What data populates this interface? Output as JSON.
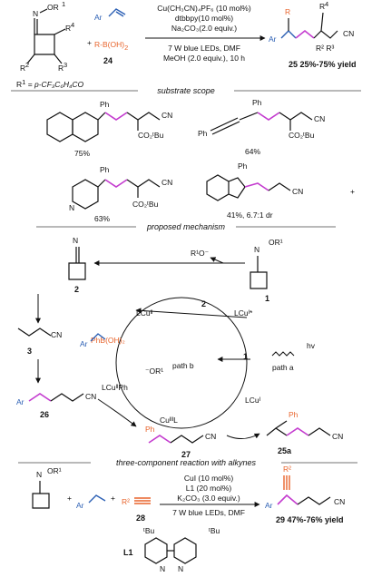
{
  "colors": {
    "ink": "#111111",
    "orange": "#e8642c",
    "blue": "#2b5fb4",
    "purple": "#c43ccf"
  },
  "section1": {
    "reactant_or1": "OR",
    "sup1": "1",
    "r4": "R",
    "sup4": "4",
    "r2": "R",
    "sup2": "2",
    "r3": "R",
    "sup3": "3",
    "r1_def": "R",
    "r1_def_sup": "1",
    "r1_def_rest": " = p-CF₃C₆H₄CO",
    "plus": "+",
    "boronic": "R-B(OH)",
    "boronic_sub": "2",
    "cmpd24": "24",
    "cond1": "Cu(CH₃CN)₄PF₆ (10 mol%)",
    "cond2": "dtbbpy(10 mol%)",
    "cond3": "Na₂CO₃(2.0 equiv.)",
    "cond4": "7 W blue LEDs, DMF",
    "cond5": "MeOH (2.0 equiv.), 10 h",
    "prod_r": "R",
    "prod_r4": "R",
    "prod_ar": "Ar",
    "prod_cn": "CN",
    "prod_r2r3": "R² R³",
    "yield25": "25 25%-75% yield"
  },
  "substrate_scope": {
    "title": "substrate scope",
    "ex1_ph": "Ph",
    "ex1_cn": "CN",
    "ex1_ester": "CO₂ᵗBu",
    "ex1_yield": "75%",
    "ex2_ph": "Ph",
    "ex2_ph2": "Ph",
    "ex2_cn": "CN",
    "ex2_ester": "CO₂ᵗBu",
    "ex2_yield": "64%",
    "ex3_ph": "Ph",
    "ex3_n": "N",
    "ex3_cn": "CN",
    "ex3_ester": "CO₂ᵗBu",
    "ex3_yield": "63%",
    "ex4_ph": "Ph",
    "ex4_cn": "CN",
    "ex4_yield": "41%, 6.7:1 dr",
    "stray_plus": "+"
  },
  "mechanism": {
    "title": "proposed mechanism",
    "r1o": "R¹O⁻",
    "n_rad": "N",
    "cmpd2": "2",
    "cmpd2b": "2",
    "oxime_or1": "OR¹",
    "oxime_n": "N",
    "cmpd1": "1",
    "cmpd1b": "1",
    "lcu2": "LCuᴵᴵ",
    "lcu1star": "LCuᴵ*",
    "phb": "PhB(OH)₂",
    "cmpd3": "3",
    "cn3": "CN",
    "or1minus": "⁻OR¹",
    "path_b": "path b",
    "path_a": "path a",
    "hv": "hv",
    "lcu2ph": "LCuᴵᴵPh",
    "lcu1": "LCuᴵ",
    "ar26": "Ar",
    "ar26b": "Ar",
    "cn26": "CN",
    "cmpd26": "26",
    "ph27": "Ph",
    "cu27": "CuᴵᴵᴵL",
    "cn27": "CN",
    "cmpd27": "27",
    "ph25a": "Ph",
    "cn25a": "CN",
    "cmpd25a": "25a"
  },
  "three_component": {
    "title": "three-component reaction with alkynes",
    "or1": "OR¹",
    "n": "N",
    "ar": "Ar",
    "plus1": "+",
    "plus2": "+",
    "r2": "R²",
    "cmpd28": "28",
    "cond1": "CuI (10 mol%)",
    "cond2": "L1 (20 mol%)",
    "cond3": "K₂CO₃ (3.0 equiv.)",
    "cond4": "7 W blue LEDs, DMF",
    "prod_r2": "R²",
    "prod_ar": "Ar",
    "prod_cn": "CN",
    "yield29": "29 47%-76% yield",
    "l1": "L1",
    "tbu1": "ᵗBu",
    "tbu2": "ᵗBu",
    "n1": "N",
    "n2": "N"
  }
}
